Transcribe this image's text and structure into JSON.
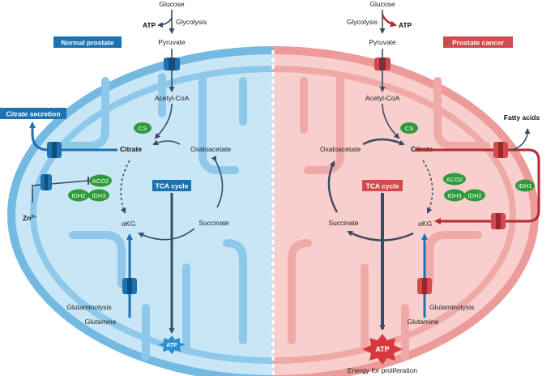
{
  "colors": {
    "normal": "#1d72b0",
    "cancer": "#d04a4e",
    "enzyme": "#2e9a3a",
    "arrow": "#3a4a66",
    "normal_fill": "#bfe0f5",
    "cancer_fill": "#f6b9b7"
  },
  "left": {
    "title": "Normal prostate",
    "glucose": "Glucose",
    "glycolysis": "Glycolysis",
    "atp": "ATP",
    "pyruvate": "Pyruvate",
    "acetyl_coa": "Acetyl-CoA",
    "cs": "CS",
    "citrate": "Citrate",
    "oxaloacetate": "Oxaloacetate",
    "citrate_secretion": "Citrate secretion",
    "aco2": "ACO2",
    "idh2": "IDH2",
    "idh3": "IDH3",
    "zn_base": "Zn",
    "zn_sup": "2+",
    "tca": "TCA cycle",
    "akg": "αKG",
    "succinate": "Succinate",
    "glutaminolysis": "Glutaminolysis",
    "glutamine": "Glutamine",
    "atp_out": "ATP"
  },
  "right": {
    "title": "Prostate cancer",
    "glucose": "Glucose",
    "glycolysis": "Glycolysis",
    "atp": "ATP",
    "pyruvate": "Pyruvate",
    "acetyl_coa": "Acetyl-CoA",
    "cs": "CS",
    "citrate": "Citrate",
    "oxaloacetate": "Oxaloacetate",
    "fatty_acids": "Fatty acids",
    "aco2": "ACO2",
    "idh3": "IDH3",
    "idh2": "IDH2",
    "idh1": "IDH1",
    "tca": "TCA cycle",
    "akg": "αKG",
    "succinate": "Succinate",
    "glutaminolysis": "Glutaminolysis",
    "glutamine": "Glutamine",
    "atp_out": "ATP",
    "energy": "Energy for proliferation"
  }
}
